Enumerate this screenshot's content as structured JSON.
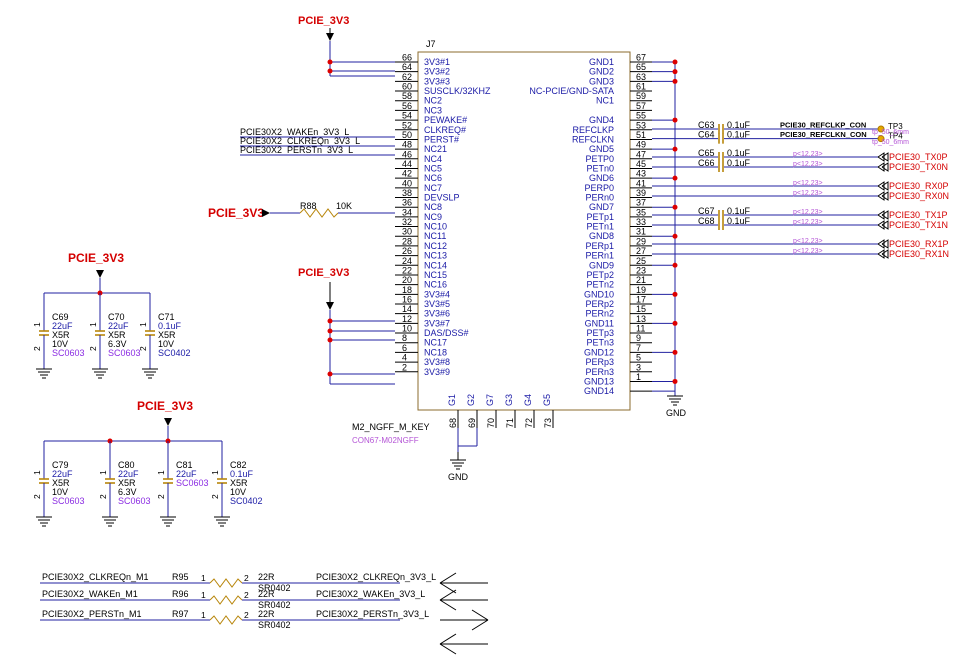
{
  "power": {
    "label": "PCIE_3V3",
    "gnd": "GND"
  },
  "connector": {
    "ref": "J7",
    "part": "M2_NGFF_M_KEY",
    "footprint": "CON67-M02NGFF",
    "left_pins": [
      {
        "num": "66",
        "name": "3V3#1"
      },
      {
        "num": "64",
        "name": "3V3#2"
      },
      {
        "num": "62",
        "name": "3V3#3"
      },
      {
        "num": "60",
        "name": "SUSCLK/32KHZ"
      },
      {
        "num": "58",
        "name": "NC2"
      },
      {
        "num": "56",
        "name": "NC3"
      },
      {
        "num": "54",
        "name": "PEWAKE#"
      },
      {
        "num": "52",
        "name": "CLKREQ#"
      },
      {
        "num": "50",
        "name": "PERST#"
      },
      {
        "num": "48",
        "name": "NC21"
      },
      {
        "num": "46",
        "name": "NC4"
      },
      {
        "num": "44",
        "name": "NC5"
      },
      {
        "num": "42",
        "name": "NC6"
      },
      {
        "num": "40",
        "name": "NC7"
      },
      {
        "num": "38",
        "name": "DEVSLP"
      },
      {
        "num": "36",
        "name": "NC8"
      },
      {
        "num": "34",
        "name": "NC9"
      },
      {
        "num": "32",
        "name": "NC10"
      },
      {
        "num": "30",
        "name": "NC11"
      },
      {
        "num": "28",
        "name": "NC12"
      },
      {
        "num": "26",
        "name": "NC13"
      },
      {
        "num": "24",
        "name": "NC14"
      },
      {
        "num": "22",
        "name": "NC15"
      },
      {
        "num": "20",
        "name": "NC16"
      },
      {
        "num": "18",
        "name": "3V3#4"
      },
      {
        "num": "16",
        "name": "3V3#5"
      },
      {
        "num": "14",
        "name": "3V3#6"
      },
      {
        "num": "12",
        "name": "3V3#7"
      },
      {
        "num": "10",
        "name": "DAS/DSS#"
      },
      {
        "num": "8",
        "name": "NC17"
      },
      {
        "num": "6",
        "name": "NC18"
      },
      {
        "num": "4",
        "name": "3V3#8"
      },
      {
        "num": "2",
        "name": "3V3#9"
      }
    ],
    "right_pins": [
      {
        "num": "67",
        "name": "GND1"
      },
      {
        "num": "65",
        "name": "GND2"
      },
      {
        "num": "63",
        "name": "GND3"
      },
      {
        "num": "61",
        "name": "NC-PCIE/GND-SATA"
      },
      {
        "num": "59",
        "name": "NC1"
      },
      {
        "num": "57",
        "name": ""
      },
      {
        "num": "55",
        "name": "GND4"
      },
      {
        "num": "53",
        "name": "REFCLKP"
      },
      {
        "num": "51",
        "name": "REFCLKN"
      },
      {
        "num": "49",
        "name": "GND5"
      },
      {
        "num": "47",
        "name": "PETP0"
      },
      {
        "num": "45",
        "name": "PETn0"
      },
      {
        "num": "43",
        "name": "GND6"
      },
      {
        "num": "41",
        "name": "PERP0"
      },
      {
        "num": "39",
        "name": "PERn0"
      },
      {
        "num": "37",
        "name": "GND7"
      },
      {
        "num": "35",
        "name": "PETp1"
      },
      {
        "num": "33",
        "name": "PETn1"
      },
      {
        "num": "31",
        "name": "GND8"
      },
      {
        "num": "29",
        "name": "PERp1"
      },
      {
        "num": "27",
        "name": "PERn1"
      },
      {
        "num": "25",
        "name": "GND9"
      },
      {
        "num": "23",
        "name": "PETp2"
      },
      {
        "num": "21",
        "name": "PETn2"
      },
      {
        "num": "19",
        "name": "GND10"
      },
      {
        "num": "17",
        "name": "PERp2"
      },
      {
        "num": "15",
        "name": "PERn2"
      },
      {
        "num": "13",
        "name": "GND11"
      },
      {
        "num": "11",
        "name": "PETp3"
      },
      {
        "num": "9",
        "name": "PETn3"
      },
      {
        "num": "7",
        "name": "GND12"
      },
      {
        "num": "5",
        "name": "PERp3"
      },
      {
        "num": "3",
        "name": "PERn3"
      },
      {
        "num": "1",
        "name": "GND13"
      },
      {
        "num": "",
        "name": "GND14"
      }
    ],
    "bottom_pins": [
      {
        "num": "68",
        "name": "G1"
      },
      {
        "num": "69",
        "name": "G2"
      },
      {
        "num": "70",
        "name": "G7"
      },
      {
        "num": "71",
        "name": "G3"
      },
      {
        "num": "72",
        "name": "G4"
      },
      {
        "num": "73",
        "name": "G5"
      }
    ]
  },
  "left_nets": {
    "wake": "PCIE30X2_WAKEn_3V3_L",
    "clkreq": "PCIE30X2_CLKREQn_3V3_L",
    "perst": "PCIE30X2_PERSTn_3V3_L"
  },
  "devslp": {
    "ref": "R88",
    "value": "10K"
  },
  "refclk": {
    "caps": [
      {
        "ref": "C63",
        "value": "0.1uF",
        "net": "PCIE30_REFCLKP_CON",
        "tp": "TP3"
      },
      {
        "ref": "C64",
        "value": "0.1uF",
        "net": "PCIE30_REFCLKN_CON",
        "tp": "TP4"
      }
    ],
    "tp_footprint": "tp_50_6mm"
  },
  "signals": [
    {
      "cap": "C65",
      "value": "0.1uF",
      "ref": "p<12,23>",
      "net": "PCIE30_TX0P"
    },
    {
      "cap": "C66",
      "value": "0.1uF",
      "ref": "p<12,23>",
      "net": "PCIE30_TX0N"
    },
    {
      "cap": "",
      "value": "",
      "ref": "p<12,23>",
      "net": "PCIE30_RX0P"
    },
    {
      "cap": "",
      "value": "",
      "ref": "p<12,23>",
      "net": "PCIE30_RX0N"
    },
    {
      "cap": "C67",
      "value": "0.1uF",
      "ref": "p<12,23>",
      "net": "PCIE30_TX1P"
    },
    {
      "cap": "C68",
      "value": "0.1uF",
      "ref": "p<12,23>",
      "net": "PCIE30_TX1N"
    },
    {
      "cap": "",
      "value": "",
      "ref": "p<12,23>",
      "net": "PCIE30_RX1P"
    },
    {
      "cap": "",
      "value": "",
      "ref": "p<12,23>",
      "net": "PCIE30_RX1N"
    }
  ],
  "caps_group1": [
    {
      "ref": "C69",
      "value": "22uF",
      "dielectric": "X5R",
      "voltage": "10V",
      "package": "SC0603"
    },
    {
      "ref": "C70",
      "value": "22uF",
      "dielectric": "X5R",
      "voltage": "6.3V",
      "package": "SC0603"
    },
    {
      "ref": "C71",
      "value": "0.1uF",
      "dielectric": "X5R",
      "voltage": "10V",
      "package": "SC0402"
    }
  ],
  "caps_group2": [
    {
      "ref": "C79",
      "value": "22uF",
      "dielectric": "X5R",
      "voltage": "10V",
      "package": "SC0603"
    },
    {
      "ref": "C80",
      "value": "22uF",
      "dielectric": "X5R",
      "voltage": "6.3V",
      "package": "SC0603"
    },
    {
      "ref": "C81",
      "value": "22uF",
      "dielectric": "",
      "voltage": "",
      "package": "SC0603"
    },
    {
      "ref": "C82",
      "value": "0.1uF",
      "dielectric": "X5R",
      "voltage": "10V",
      "package": "SC0402"
    }
  ],
  "level_resistors": [
    {
      "ref": "R95",
      "in": "PCIE30X2_CLKREQn_M1",
      "out": "PCIE30X2_CLKREQn_3V3_L",
      "value": "22R",
      "package": "SR0402"
    },
    {
      "ref": "R96",
      "in": "PCIE30X2_WAKEn_M1",
      "out": "PCIE30X2_WAKEn_3V3_L",
      "value": "22R",
      "package": "SR0402"
    },
    {
      "ref": "R97",
      "in": "PCIE30X2_PERSTn_M1",
      "out": "PCIE30X2_PERSTn_3V3_L",
      "value": "22R",
      "package": "SR0402"
    }
  ],
  "pin_labels": {
    "one": "1",
    "two": "2"
  }
}
